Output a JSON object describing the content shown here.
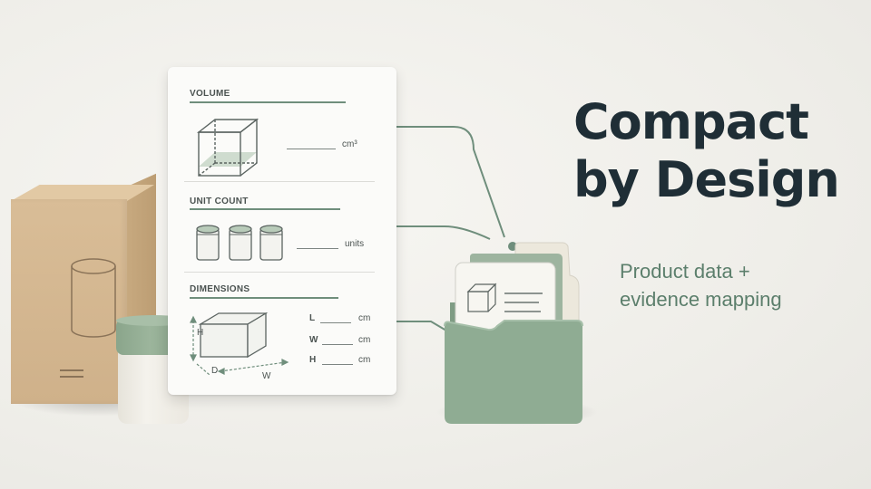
{
  "headline": {
    "line1": "Compact",
    "line2": "by Design"
  },
  "subheadline": {
    "line1": "Product data +",
    "line2": "evidence mapping"
  },
  "card": {
    "volume": {
      "title": "VOLUME",
      "unit": "cm³"
    },
    "unit_count": {
      "title": "UNIT COUNT",
      "unit": "units"
    },
    "dimensions": {
      "title": "DIMENSIONS",
      "rows": [
        {
          "label": "L",
          "unit": "cm"
        },
        {
          "label": "W",
          "unit": "cm"
        },
        {
          "label": "H",
          "unit": "cm"
        }
      ],
      "diagram_labels": {
        "h": "H",
        "d": "D",
        "w": "W"
      }
    }
  },
  "colors": {
    "accent_green": "#6f8e7c",
    "heading_dark": "#1f2e36",
    "sub_green": "#5c7f6c",
    "kraft": "#d9bd97",
    "folder_green": "#8fac93"
  },
  "icons": [
    "cube-icon",
    "canister-icon",
    "box-dimensions-icon",
    "folder-icon",
    "document-icon"
  ]
}
